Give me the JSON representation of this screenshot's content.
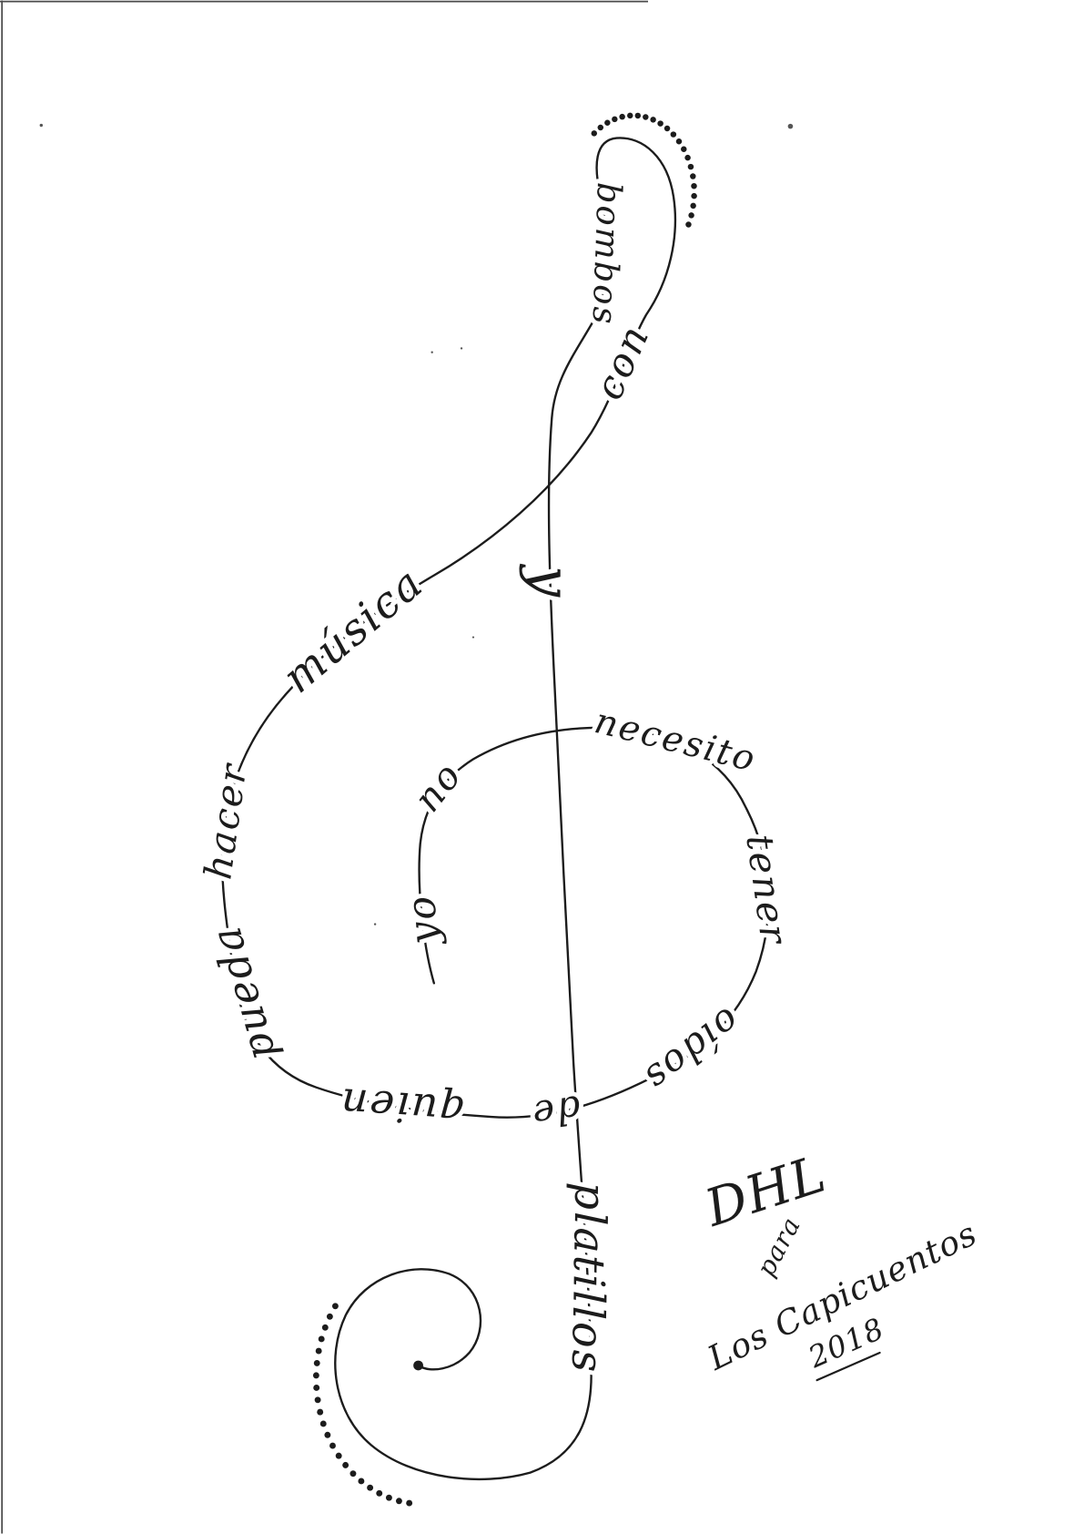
{
  "colors": {
    "ink": "#1c1c1c",
    "paper": "#ffffff"
  },
  "calligram": {
    "words": [
      "yo",
      "no",
      "necesito",
      "tener",
      "oídos",
      "de",
      "quien",
      "pueda",
      "hacer",
      "música",
      "con",
      "bombos",
      "y",
      "platillos"
    ]
  },
  "signature": {
    "initials": "DHL",
    "para": "para",
    "dedicatee": "Los Capicuentos",
    "year": "2018"
  }
}
